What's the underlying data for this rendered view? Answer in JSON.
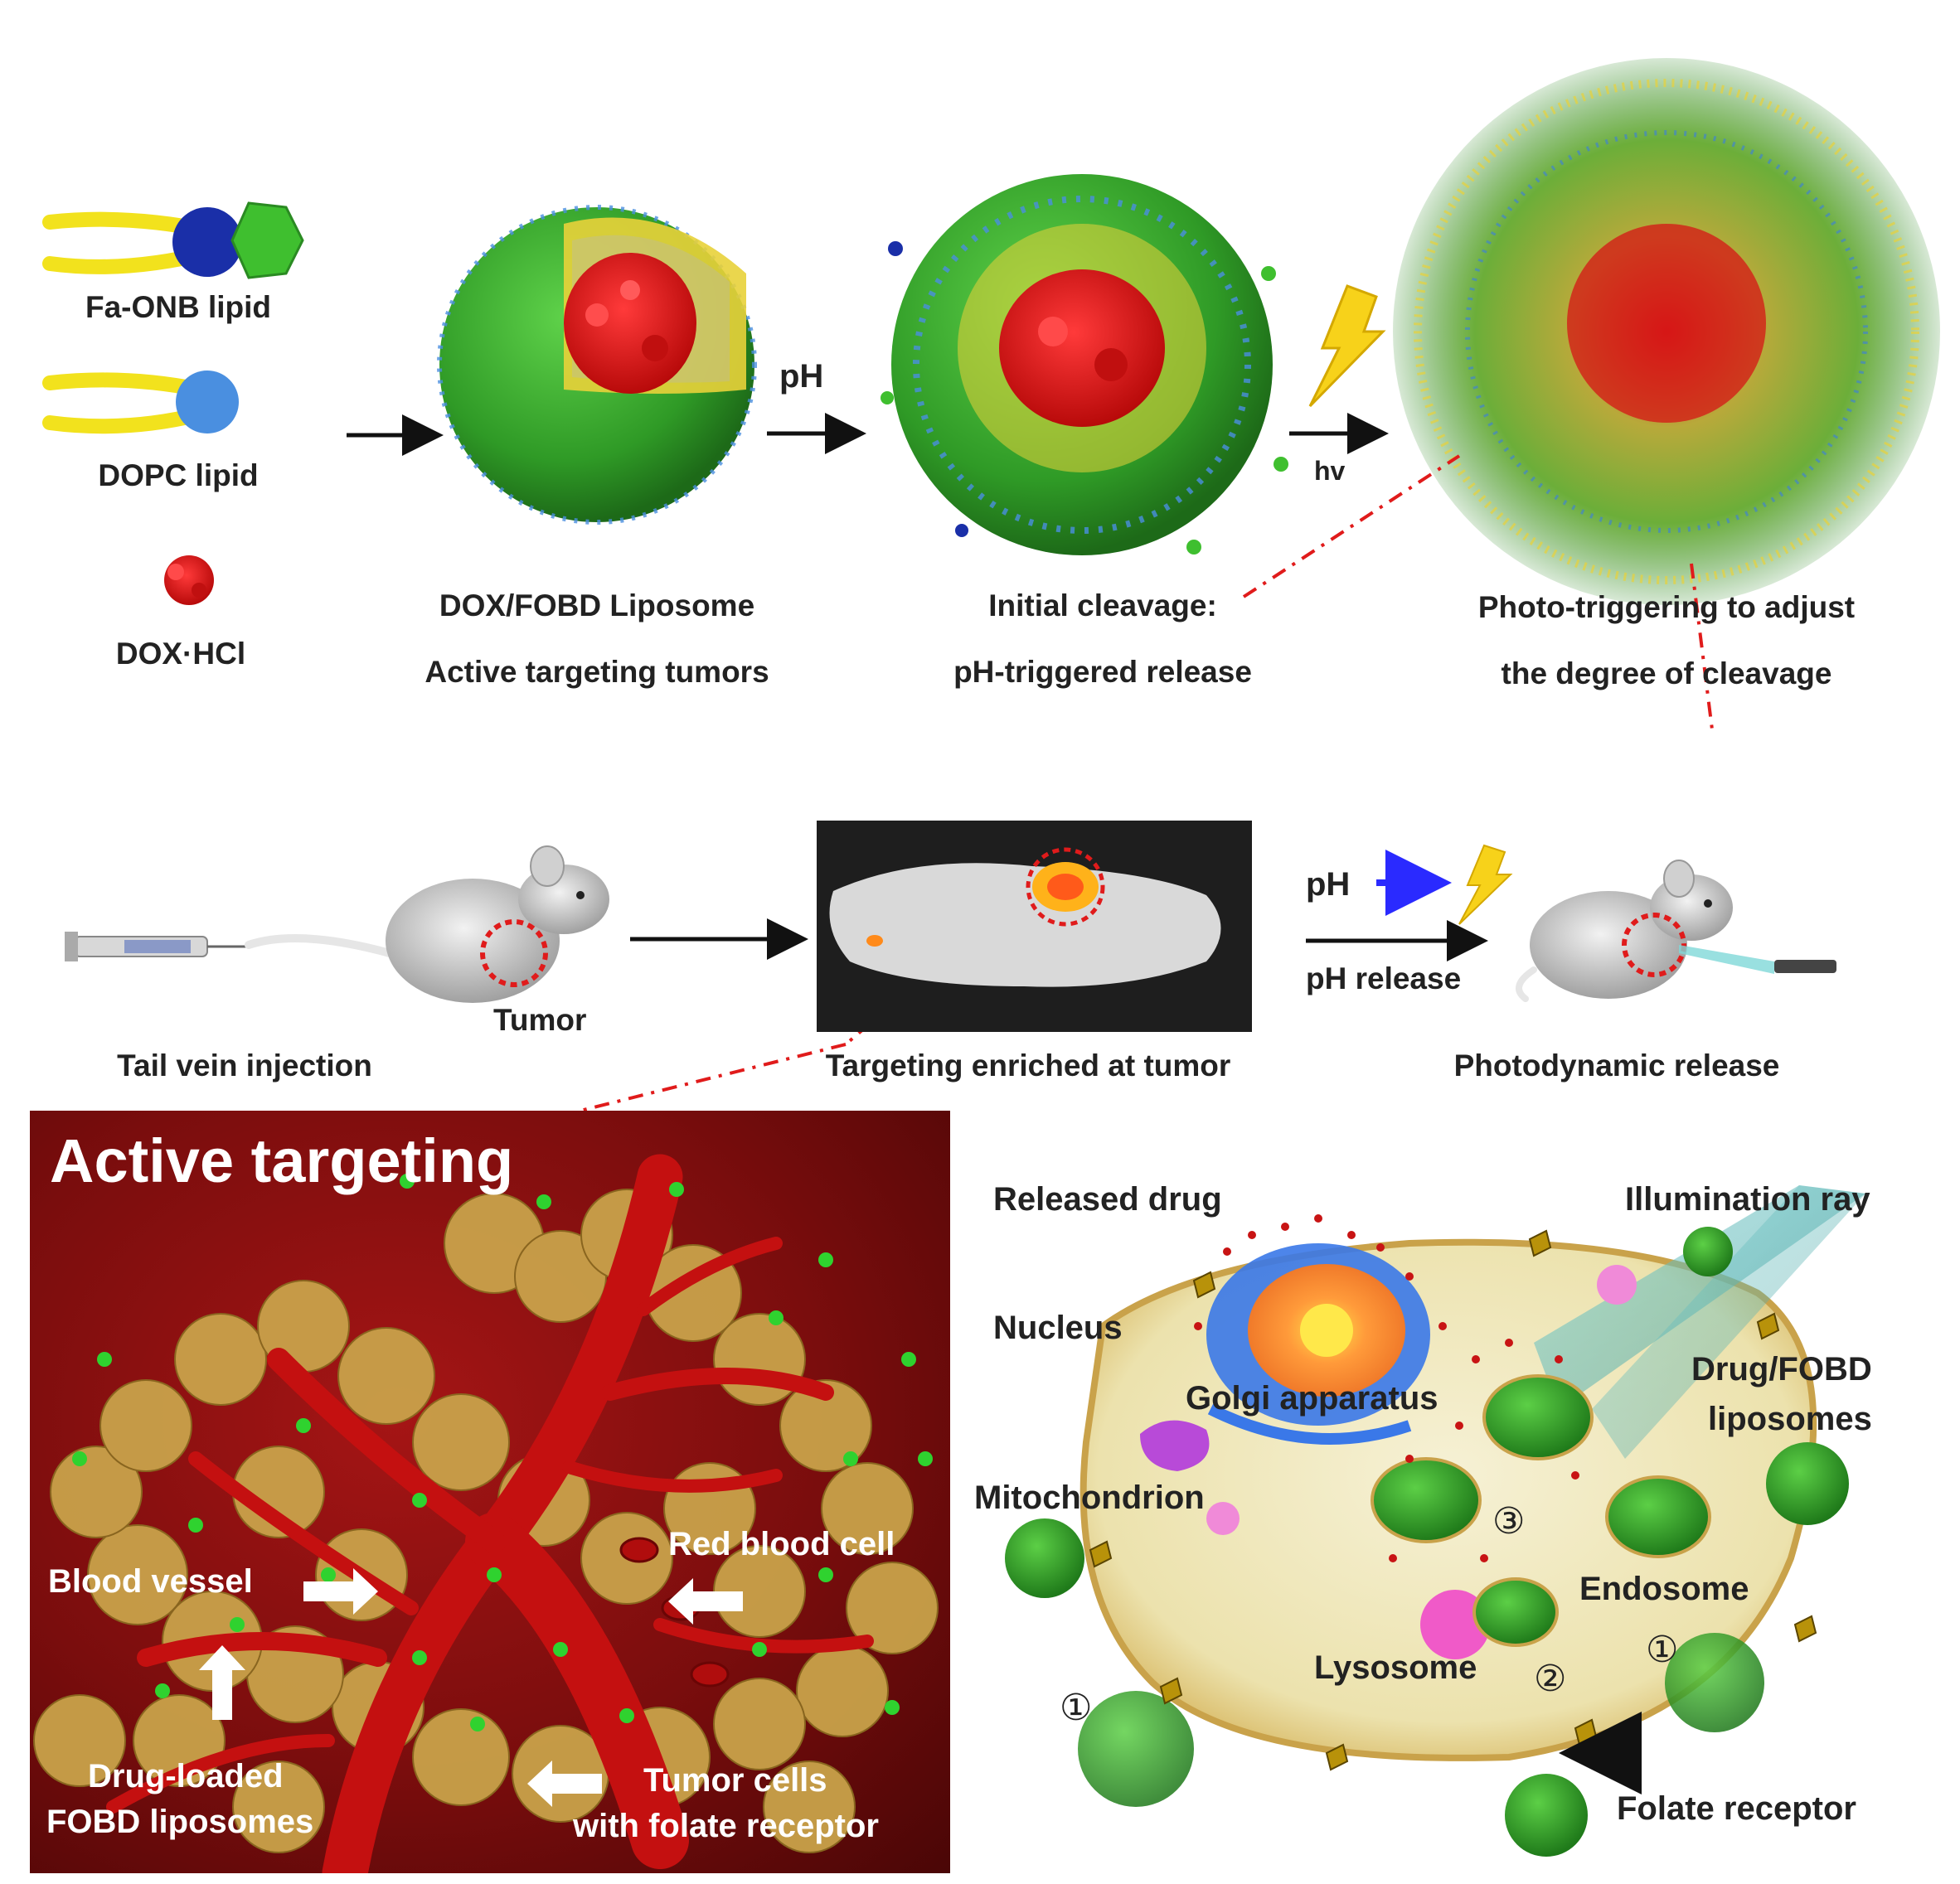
{
  "legend": {
    "fa_onb": "Fa-ONB lipid",
    "dopc": "DOPC lipid",
    "dox": "DOX·HCl"
  },
  "stages": {
    "s1_line1": "DOX/FOBD Liposome",
    "s1_line2": "Active targeting tumors",
    "s2_line1": "Initial cleavage:",
    "s2_line2": "pH-triggered release",
    "s3_line1": "Photo-triggering to adjust",
    "s3_line2": "the degree of cleavage",
    "arrow_ph": "pH",
    "arrow_hv": "hv"
  },
  "in_vivo": {
    "tumor": "Tumor",
    "tail_vein": "Tail vein injection",
    "targeting": "Targeting enriched at tumor",
    "ph": "pH",
    "ph_release": "pH release",
    "photodynamic": "Photodynamic release"
  },
  "active_panel": {
    "title": "Active targeting",
    "blood_vessel": "Blood vessel",
    "red_blood_cell": "Red blood cell",
    "drug_loaded_1": "Drug-loaded",
    "drug_loaded_2": "FOBD liposomes",
    "tumor_cells_1": "Tumor cells",
    "tumor_cells_2": "with folate receptor"
  },
  "cell_panel": {
    "released_drug": "Released drug",
    "illumination": "Illumination ray",
    "nucleus": "Nucleus",
    "golgi": "Golgi apparatus",
    "drug_fobd_1": "Drug/FOBD",
    "drug_fobd_2": "liposomes",
    "mitochondrion": "Mitochondrion",
    "endosome": "Endosome",
    "lysosome": "Lysosome",
    "folate_receptor": "Folate receptor",
    "step1": "①",
    "step2": "②",
    "step3": "③"
  },
  "colors": {
    "lipid_tail": "#f2e21d",
    "head_dark": "#1a2fa8",
    "head_light": "#4a8fe0",
    "folate_green": "#3fbf2f",
    "dox_red": "#e11414",
    "vessel_red": "#c81010",
    "tumor_tan": "#c9a24a"
  }
}
